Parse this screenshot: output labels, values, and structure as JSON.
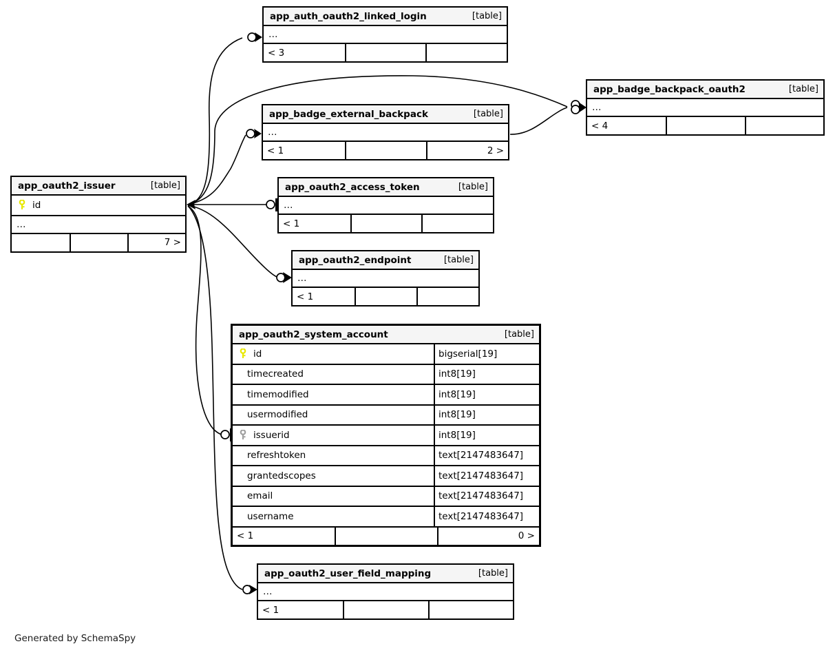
{
  "diagram": {
    "kind": "database-schema-erd",
    "generator_credit": "Generated by SchemaSpy",
    "table_tag": "[table]",
    "ellipsis": "…",
    "colors": {
      "primary_key_icon": "#e8e800",
      "foreign_key_icon": "#a0a0a0",
      "header_background": "#f5f5f5",
      "border": "#000000",
      "background": "#ffffff"
    }
  },
  "tables": [
    {
      "id": "app_auth_oauth2_linked_login",
      "name": "app_auth_oauth2_linked_login",
      "tag": "[table]",
      "collapsed": true,
      "ellipsis": "…",
      "footer": [
        "< 3",
        "",
        ""
      ]
    },
    {
      "id": "app_badge_backpack_oauth2",
      "name": "app_badge_backpack_oauth2",
      "tag": "[table]",
      "collapsed": true,
      "ellipsis": "…",
      "footer": [
        "< 4",
        "",
        ""
      ]
    },
    {
      "id": "app_badge_external_backpack",
      "name": "app_badge_external_backpack",
      "tag": "[table]",
      "collapsed": true,
      "ellipsis": "…",
      "footer": [
        "< 1",
        "",
        "2 >"
      ]
    },
    {
      "id": "app_oauth2_issuer",
      "name": "app_oauth2_issuer",
      "tag": "[table]",
      "collapsed": false,
      "ellipsis": "…",
      "columns": [
        {
          "name": "id",
          "type": "",
          "key": "primary"
        }
      ],
      "footer": [
        "",
        "",
        "7 >"
      ]
    },
    {
      "id": "app_oauth2_access_token",
      "name": "app_oauth2_access_token",
      "tag": "[table]",
      "collapsed": true,
      "ellipsis": "…",
      "footer": [
        "< 1",
        "",
        ""
      ]
    },
    {
      "id": "app_oauth2_endpoint",
      "name": "app_oauth2_endpoint",
      "tag": "[table]",
      "collapsed": true,
      "ellipsis": "…",
      "footer": [
        "< 1",
        "",
        ""
      ]
    },
    {
      "id": "app_oauth2_system_account",
      "name": "app_oauth2_system_account",
      "tag": "[table]",
      "collapsed": false,
      "highlighted": true,
      "columns": [
        {
          "name": "id",
          "type": "bigserial[19]",
          "key": "primary"
        },
        {
          "name": "timecreated",
          "type": "int8[19]",
          "key": "none"
        },
        {
          "name": "timemodified",
          "type": "int8[19]",
          "key": "none"
        },
        {
          "name": "usermodified",
          "type": "int8[19]",
          "key": "none"
        },
        {
          "name": "issuerid",
          "type": "int8[19]",
          "key": "foreign"
        },
        {
          "name": "refreshtoken",
          "type": "text[2147483647]",
          "key": "none"
        },
        {
          "name": "grantedscopes",
          "type": "text[2147483647]",
          "key": "none"
        },
        {
          "name": "email",
          "type": "text[2147483647]",
          "key": "none"
        },
        {
          "name": "username",
          "type": "text[2147483647]",
          "key": "none"
        }
      ],
      "footer": [
        "< 1",
        "",
        "0 >"
      ]
    },
    {
      "id": "app_oauth2_user_field_mapping",
      "name": "app_oauth2_user_field_mapping",
      "tag": "[table]",
      "collapsed": true,
      "ellipsis": "…",
      "footer": [
        "< 1",
        "",
        ""
      ]
    }
  ],
  "relationships": [
    {
      "from": "app_oauth2_issuer",
      "to": "app_auth_oauth2_linked_login"
    },
    {
      "from": "app_oauth2_issuer",
      "to": "app_badge_backpack_oauth2"
    },
    {
      "from": "app_oauth2_issuer",
      "to": "app_badge_external_backpack"
    },
    {
      "from": "app_oauth2_issuer",
      "to": "app_oauth2_access_token"
    },
    {
      "from": "app_oauth2_issuer",
      "to": "app_oauth2_endpoint"
    },
    {
      "from": "app_oauth2_issuer",
      "to": "app_oauth2_system_account"
    },
    {
      "from": "app_oauth2_issuer",
      "to": "app_oauth2_user_field_mapping"
    },
    {
      "from": "app_badge_external_backpack",
      "to": "app_badge_backpack_oauth2"
    }
  ]
}
